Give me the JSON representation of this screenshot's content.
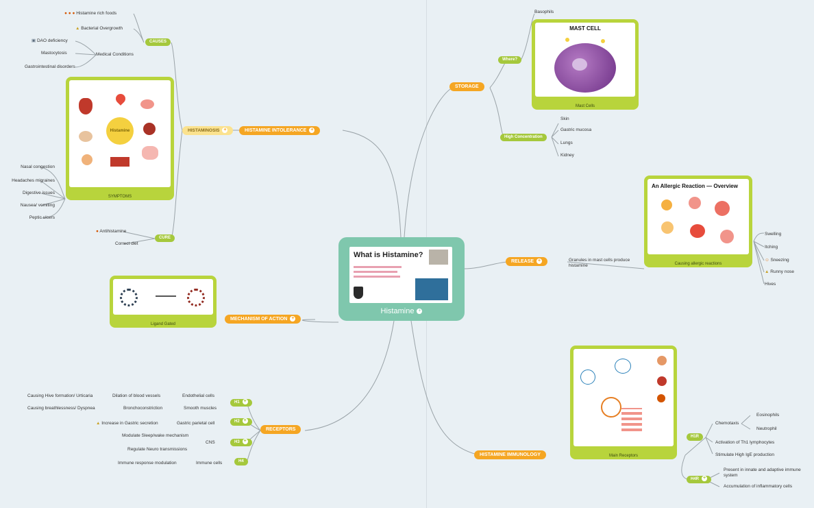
{
  "center": {
    "title": "Histamine",
    "slide_title": "What is Histamine?"
  },
  "branches": {
    "intolerance": "HISTAMINE INTOLERANCE",
    "storage": "STORAGE",
    "release": "RELEASE",
    "mechanism": "MECHANISM OF ACTION",
    "receptors": "RECEPTORS",
    "immunology": "HISTAMINE IMMUNOLOGY"
  },
  "intolerance": {
    "histaminosis": "HISTAMINOSIS",
    "causes": "CAUSES",
    "cure": "CURE",
    "cause_items": [
      "Histamine rich foods",
      "Bacterial Overgrowth"
    ],
    "medical_conditions": "Medical Conditions",
    "conditions": [
      "DAO deficiency",
      "Mastocytosis",
      "Gastrointestinal disorders"
    ],
    "symptoms_caption": "SYMPTOMS",
    "symptoms_center": "Histamine",
    "symptoms": [
      "Nasal congestion",
      "Headaches migraines",
      "Digestive issues",
      "Nausea/ vomiting",
      "Peptic ulcers"
    ],
    "cure_items": [
      "Antihistamine",
      "Correct diet"
    ]
  },
  "storage": {
    "where": "Where?",
    "basophils": "Basophils",
    "mast_cell_title": "MAST CELL",
    "mast_cell_caption": "Mast Cells",
    "high_concentration": "High Concentration",
    "organs": [
      "Skin",
      "Gastric mucosa",
      "Lungs",
      "Kidney"
    ]
  },
  "release": {
    "granules": "Granules in mast cells produce histamine",
    "allergic_title": "An Allergic Reaction — Overview",
    "allergic_caption": "Causing allergic reactions",
    "reactions": [
      "Swelling",
      "Itching",
      "Sneezing",
      "Runny nose",
      "Hives"
    ]
  },
  "mechanism": {
    "ligand_caption": "Ligand Gated"
  },
  "receptors": {
    "h1": "H1",
    "h2": "H2",
    "h3": "H3",
    "h4": "H4",
    "h1_rows": [
      {
        "effect": "Causing Hive formation/ Urticaria",
        "action": "Dilation of blood vessels",
        "target": "Endothelial cells"
      },
      {
        "effect": "Causing breathlessness/ Dyspnea",
        "action": "Bronchoconstriction",
        "target": "Smooth muscles"
      }
    ],
    "h2_row": {
      "action": "Increase in Gastric secretion",
      "target": "Gastric parietal cell"
    },
    "h3_rows": [
      "Modulate Sleep/wake mechanism",
      "Regulate Neuro transmissions"
    ],
    "h3_target": "CNS",
    "h4_row": {
      "action": "Immune response modulation",
      "target": "Immune cells"
    }
  },
  "immunology": {
    "main_caption": "Main Receptors",
    "h1r": "H1R",
    "h4r": "H4R",
    "chemotaxis": "Chemotaxis",
    "chemo_targets": [
      "Eosinophils",
      "Neutrophil"
    ],
    "h1r_items": [
      "Activation of Th1 lymphocytes",
      "Stimulate High IgE production"
    ],
    "h4r_items": [
      "Present in innate and adaptive immune system",
      "Accumulation of inflammatory cells"
    ]
  },
  "colors": {
    "branch": "#f5a623",
    "sub": "#a5c83c",
    "center": "#7fc7ad",
    "background": "#e9f0f4"
  }
}
